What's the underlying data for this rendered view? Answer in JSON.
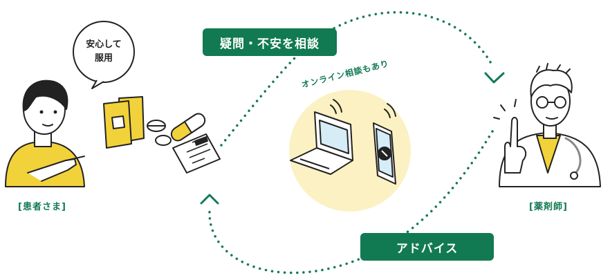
{
  "process_steps": {
    "consult_label": "疑問・不安を相談",
    "advice_label": "アドバイス"
  },
  "actors": {
    "patient": "[患者さま]",
    "pharmacist": "[薬剤師]"
  },
  "speech_bubble": {
    "line1": "安心して",
    "line2": "服用"
  },
  "online_note": "オンライン相談もあり",
  "colors": {
    "brand_green": "#117a52",
    "accent_yellow": "#f2d23a",
    "soft_yellow": "#fbf1c2"
  }
}
